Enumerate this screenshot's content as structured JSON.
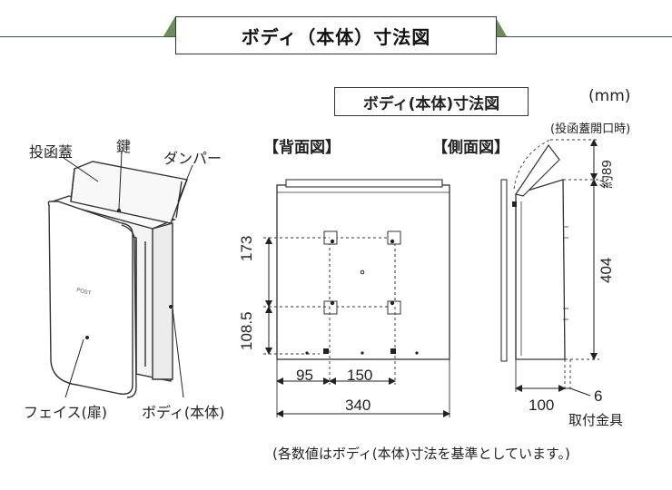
{
  "header": {
    "title": "ボディ（本体）寸法図"
  },
  "subtitle": "ボディ(本体)寸法図",
  "unit": "(mm)",
  "unit_note": "(投函蓋開口時)",
  "product_labels": {
    "lid": "投函蓋",
    "key": "鍵",
    "damper": "ダンパー",
    "face": "フェイス(扉)",
    "body": "ボディ(本体)",
    "post": "POST"
  },
  "views": {
    "back": "【背面図】",
    "side": "【側面図】"
  },
  "dimensions": {
    "upper_height": "173",
    "lower_height": "108.5",
    "left_offset": "95",
    "bracket_width": "150",
    "total_width": "340",
    "body_height": "404",
    "lid_open_height": "約89",
    "depth": "100",
    "bracket_thickness": "6",
    "bracket_label": "取付金具"
  },
  "footnote": "(各数値はボディ(本体)寸法を基準としています。)"
}
